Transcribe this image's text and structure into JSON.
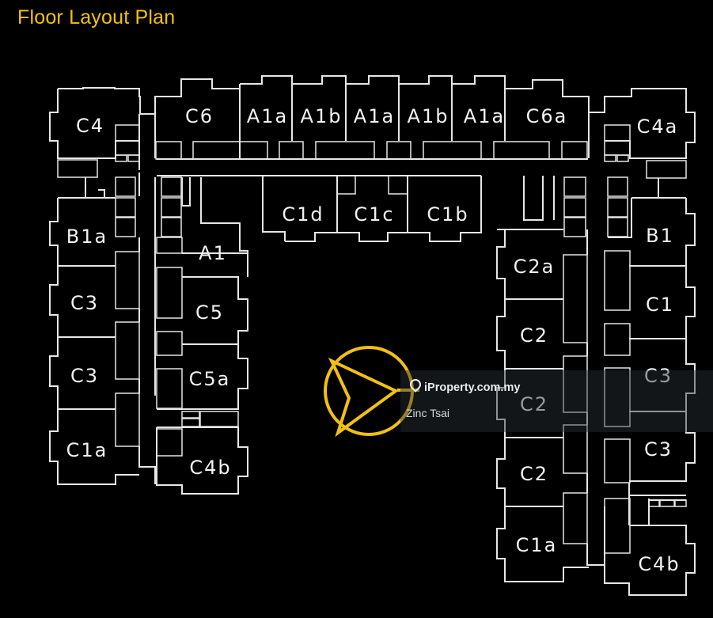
{
  "title": "Floor Layout Plan",
  "colors": {
    "accent": "#f2c10f",
    "background": "#000000",
    "walls": "#e6e6e6"
  },
  "units": {
    "c4": "C4",
    "c6": "C6",
    "a1a_1": "A1a",
    "a1b_1": "A1b",
    "a1a_2": "A1a",
    "a1b_2": "A1b",
    "a1a_3": "A1a",
    "c6a": "C6a",
    "c4a": "C4a",
    "c1d": "C1d",
    "c1c": "C1c",
    "c1b": "C1b",
    "b1a": "B1a",
    "c3_l1": "C3",
    "c3_l2": "C3",
    "c1a_l": "C1a",
    "a1": "A1",
    "c5": "C5",
    "c5a": "C5a",
    "c4b_l": "C4b",
    "c2a": "C2a",
    "c2_1": "C2",
    "c2_2": "C2",
    "c2_3": "C2",
    "c1a_r": "C1a",
    "b1": "B1",
    "c1": "C1",
    "c3_r1": "C3",
    "c3_r2": "C3",
    "c4b_r": "C4b"
  },
  "compass_icon": "compass-arrow-icon",
  "watermark": {
    "brand": "iProperty.com.my",
    "agent": "Zinc Tsai",
    "icon": "location-pin-icon"
  }
}
